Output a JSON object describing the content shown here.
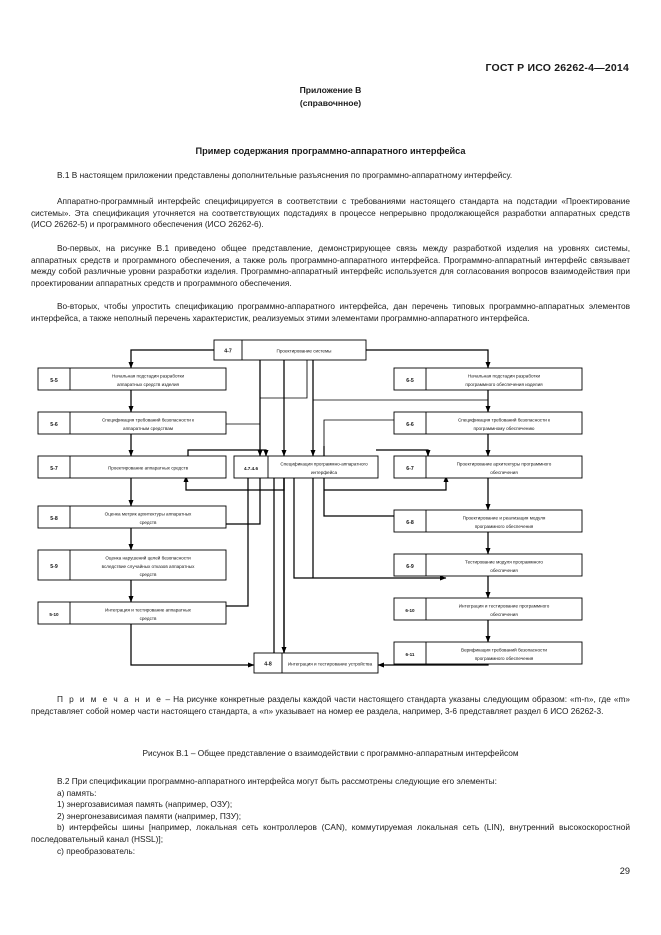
{
  "header": {
    "standard": "ГОСТ Р ИСО 26262-4—2014"
  },
  "annex": {
    "line1": "Приложение В",
    "line2": "(справочнное)"
  },
  "title": "Пример содержания программно-аппаратного интерфейса",
  "paragraphs": {
    "p1": "В.1 В настоящем приложении представлены дополнительные разъяснения по программно-аппаратному интерфейсу.",
    "p2": "Аппаратно-программный интерфейс специфицируется в соответствии с требованиями настоящего стандарта на подстадии «Проектирование системы». Эта спецификация уточняется на соответствующих подстадиях в процессе непрерывно продолжающейся разработки аппаратных средств (ИСО 26262-5) и программного обеспечения (ИСО 26262-6).",
    "p3": "Во-первых, на рисунке В.1 приведено общее представление, демонстрирующее связь между разработкой изделия на уровнях системы, аппаратных средств и программного обеспечения, а также роль программно-аппаратного интерфейса. Программно-аппаратный интерфейс связывает между собой различные уровни разработки изделия. Программно-аппаратный интерфейс используется для согласования вопросов взаимодействия при проектировании аппаратных средств и программного обеспечения.",
    "p4": "Во-вторых, чтобы упростить спецификацию программно-аппаратного интерфейса, дан перечень типовых программно-аппаратных элементов интерфейса, а также неполный перечень характеристик, реализуемых этими элементами программно-аппаратного интерфейса."
  },
  "note": {
    "label": "П р и м е ч а н и е",
    "dash": "–",
    "body": "На рисунке конкретные разделы каждой части настоящего стандарта указаны следующим образом: «m-n», где «m» представляет собой номер части настоящего стандарта, а «n» указывает на номер ее раздела, например, 3-6 представляет раздел 6 ИСО 26262-3."
  },
  "figure_caption": "Рисунок В.1 – Общее представление о взаимодействии с программно-аппаратным интерфейсом",
  "list_section": {
    "intro": "В.2 При спецификации программно-аппаратного интерфейса могут быть рассмотрены следующие его элементы:",
    "items": [
      "a) память:",
      "1) энергозависимая память (например, ОЗУ);",
      "2) энергонезависимая памяти (например, ПЗУ);",
      "b) интерфейсы шины [например, локальная сеть контроллеров (CAN), коммутируемая локальная сеть (LIN), внутренний высокоскоростной последовательный канал (HSSL)];",
      "c) преобразователь:"
    ]
  },
  "page_number": "29",
  "diagram": {
    "boxes": [
      {
        "id": "4-7",
        "label_line1": "Проектирование системы",
        "label_line2": ""
      },
      {
        "id": "5-5",
        "label_line1": "Начальная подстадия разработки",
        "label_line2": "аппаратных средств изделия"
      },
      {
        "id": "5-6",
        "label_line1": "Спецификация требований безопасности к",
        "label_line2": "аппаратным средствам"
      },
      {
        "id": "5-7",
        "label_line1": "Проектирование  аппаратных средств",
        "label_line2": ""
      },
      {
        "id": "5-8",
        "label_line1": "Оценка метрик архитектуры аппаратных",
        "label_line2": "средств"
      },
      {
        "id": "5-9",
        "label_line1": "Оценка   нарушений целей безопасности",
        "label_line2": "вследствие  случайных отказов аппаратных",
        "label_line3": "средств"
      },
      {
        "id": "5-10",
        "label_line1": "Интеграция  и тестирование аппаратных",
        "label_line2": "средств"
      },
      {
        "id": "6-5",
        "label_line1": "Начальная подстадия разработки",
        "label_line2": "программного обеспечения изделия"
      },
      {
        "id": "6-6",
        "label_line1": "Спецификация требований безопасности к",
        "label_line2": "программному обеспечению"
      },
      {
        "id": "6-7",
        "label_line1": "Проектирование архитектуры программного",
        "label_line2": "обеспечения"
      },
      {
        "id": "6-8",
        "label_line1": "Проектирование и реализация модуля",
        "label_line2": "программного обеспечения"
      },
      {
        "id": "6-9",
        "label_line1": "Тестирование модуля программного",
        "label_line2": "обеспечения"
      },
      {
        "id": "6-10",
        "label_line1": "Интеграция  и тестирование программного",
        "label_line2": "обеспечения"
      },
      {
        "id": "6-11",
        "label_line1": "Верификация требований безопасности",
        "label_line2": "программного обеспечения"
      },
      {
        "id": "4.7.4.6",
        "label_line1": "Спецификация программно-аппаратного",
        "label_line2": "интерфейса"
      },
      {
        "id": "4-8",
        "label_line1": "Интеграция и тестирование устройства",
        "label_line2": ""
      }
    ]
  }
}
